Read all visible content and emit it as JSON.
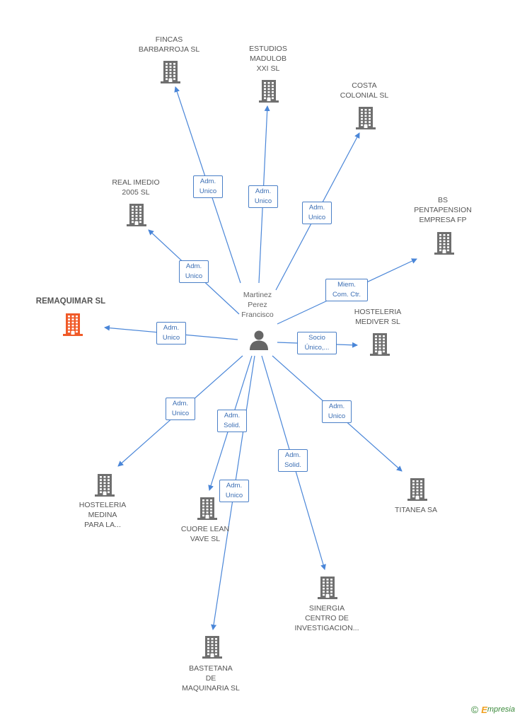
{
  "center": {
    "name_lines": [
      "Martinez",
      "Perez",
      "Francisco"
    ],
    "icon": "person-icon"
  },
  "colors": {
    "edge": "#4a86d8",
    "building": "#6f6f6f",
    "focus_building": "#f05a28",
    "label_border": "#4a7fc7"
  },
  "nodes": [
    {
      "id": "remaquimar",
      "lines": [
        "REMAQUIMAR SL"
      ],
      "focus": true,
      "icon": "building-icon"
    },
    {
      "id": "fincas",
      "lines": [
        "FINCAS",
        "BARBARROJA SL"
      ],
      "icon": "building-icon"
    },
    {
      "id": "estudios",
      "lines": [
        "ESTUDIOS",
        "MADULOB",
        "XXI SL"
      ],
      "icon": "building-icon"
    },
    {
      "id": "costa",
      "lines": [
        "COSTA",
        "COLONIAL  SL"
      ],
      "icon": "building-icon"
    },
    {
      "id": "real",
      "lines": [
        "REAL IMEDIO",
        "2005 SL"
      ],
      "icon": "building-icon"
    },
    {
      "id": "bs",
      "lines": [
        "BS",
        "PENTAPENSION",
        "EMPRESA FP"
      ],
      "icon": "building-icon"
    },
    {
      "id": "mediver",
      "lines": [
        "HOSTELERIA",
        "MEDIVER SL"
      ],
      "icon": "building-icon"
    },
    {
      "id": "medina",
      "lines": [
        "HOSTELERIA",
        "MEDINA",
        "PARA LA..."
      ],
      "icon": "building-icon"
    },
    {
      "id": "cuore",
      "lines": [
        "CUORE LEAN",
        "VAVE  SL"
      ],
      "icon": "building-icon"
    },
    {
      "id": "titanea",
      "lines": [
        "TITANEA SA"
      ],
      "icon": "building-icon"
    },
    {
      "id": "sinergia",
      "lines": [
        "SINERGIA",
        "CENTRO DE",
        "INVESTIGACION..."
      ],
      "icon": "building-icon"
    },
    {
      "id": "bastetana",
      "lines": [
        "BASTETANA",
        "DE",
        "MAQUINARIA SL"
      ],
      "icon": "building-icon"
    }
  ],
  "edges": [
    {
      "to": "fincas",
      "label": [
        "Adm.",
        "Unico"
      ]
    },
    {
      "to": "estudios",
      "label": [
        "Adm.",
        "Unico"
      ]
    },
    {
      "to": "costa",
      "label": [
        "Adm.",
        "Unico"
      ]
    },
    {
      "to": "real",
      "label": [
        "Adm.",
        "Unico"
      ]
    },
    {
      "to": "bs",
      "label": [
        "Miem.",
        "Com. Ctr."
      ]
    },
    {
      "to": "remaquimar",
      "label": [
        "Adm.",
        "Unico"
      ]
    },
    {
      "to": "mediver",
      "label": [
        "Socio",
        "Único,..."
      ]
    },
    {
      "to": "medina",
      "label": [
        "Adm.",
        "Unico"
      ]
    },
    {
      "to": "cuore",
      "label": [
        "Adm.",
        "Solid."
      ]
    },
    {
      "to": "titanea",
      "label": [
        "Adm.",
        "Unico"
      ]
    },
    {
      "to": "sinergia",
      "label": [
        "Adm.",
        "Solid."
      ]
    },
    {
      "to": "bastetana",
      "label": [
        "Adm.",
        "Unico"
      ]
    }
  ],
  "footer": {
    "copyright": "©",
    "brand_initial": "E",
    "brand_rest": "mpresia"
  }
}
